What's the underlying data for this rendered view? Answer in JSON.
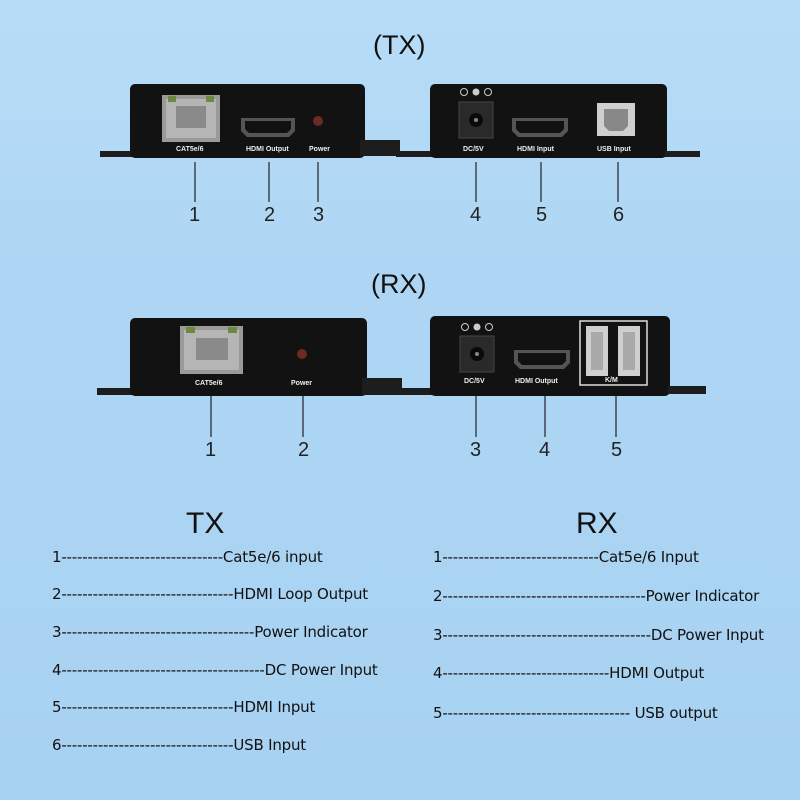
{
  "tx": {
    "title": "(TX)",
    "left_panel": {
      "port1": "CAT5e/6",
      "port2": "HDMI Output",
      "port3": "Power"
    },
    "right_panel": {
      "port1": "DC/5V",
      "port2": "HDMI Input",
      "port3": "USB Input"
    },
    "numbers": [
      "1",
      "2",
      "3",
      "4",
      "5",
      "6"
    ]
  },
  "rx": {
    "title": "(RX)",
    "left_panel": {
      "port1": "CAT5e/6",
      "port2": "Power"
    },
    "right_panel": {
      "port1": "DC/5V",
      "port2": "HDMI Output",
      "port3": "K/M"
    },
    "numbers": [
      "1",
      "2",
      "3",
      "4",
      "5"
    ]
  },
  "legend": {
    "tx_title": "TX",
    "rx_title": "RX",
    "tx_items": [
      "1-------------------------------Cat5e/6 input",
      "2---------------------------------HDMI Loop Output",
      "3-------------------------------------Power Indicator",
      "4---------------------------------------DC Power Input",
      "5---------------------------------HDMI Input",
      "6---------------------------------USB Input"
    ],
    "rx_items": [
      "1------------------------------Cat5e/6 Input",
      "2---------------------------------------Power Indicator",
      "3----------------------------------------DC Power Input",
      "4--------------------------------HDMI Output",
      "5------------------------------------ USB output"
    ]
  }
}
